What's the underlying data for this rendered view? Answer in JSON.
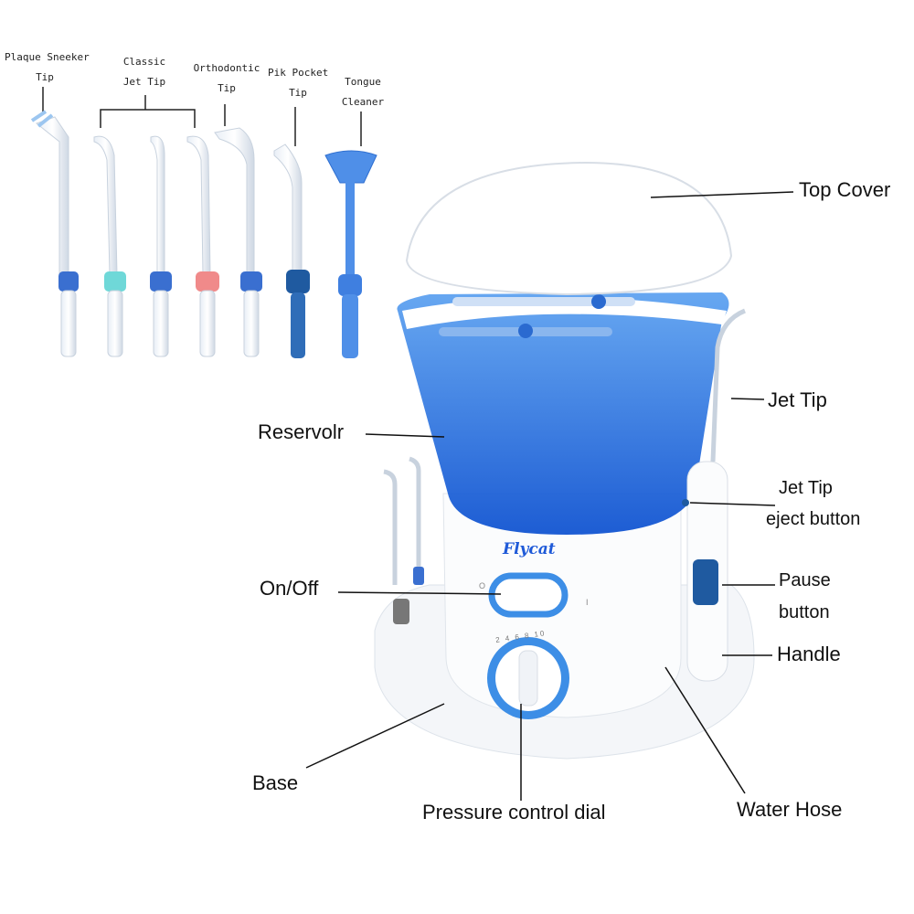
{
  "tips": [
    {
      "line1": "Plaque Sneeker",
      "line2": "Tip"
    },
    {
      "line1": "Classic",
      "line2": "Jet Tip"
    },
    {
      "line1": "Orthodontic",
      "line2": "Tip"
    },
    {
      "line1": "Pik Pocket",
      "line2": "Tip"
    },
    {
      "line1": "Tongue",
      "line2": "Cleaner"
    }
  ],
  "callouts": {
    "top_cover": "Top Cover",
    "jet_tip": "Jet Tip",
    "reservoir": "Reservolr",
    "eject_line1": "Jet Tip",
    "eject_line2": "eject button",
    "on_off": "On/Off",
    "pause_line1": "Pause",
    "pause_line2": "button",
    "handle": "Handle",
    "base": "Base",
    "pressure_dial": "Pressure control dial",
    "water_hose": "Water Hose"
  },
  "device": {
    "brand_logo": "Flycat",
    "switch_off_mark": "O",
    "switch_on_mark": "I",
    "dial_scale": "2 4 6 8 10"
  },
  "colors": {
    "reservoir_blue": "#1f6fe0",
    "accent_blue": "#3d8ee6",
    "tip_collar_teal": "#6fd8d8",
    "tip_collar_pink": "#f08a8a",
    "tip_collar_dark": "#1f5aa0"
  }
}
